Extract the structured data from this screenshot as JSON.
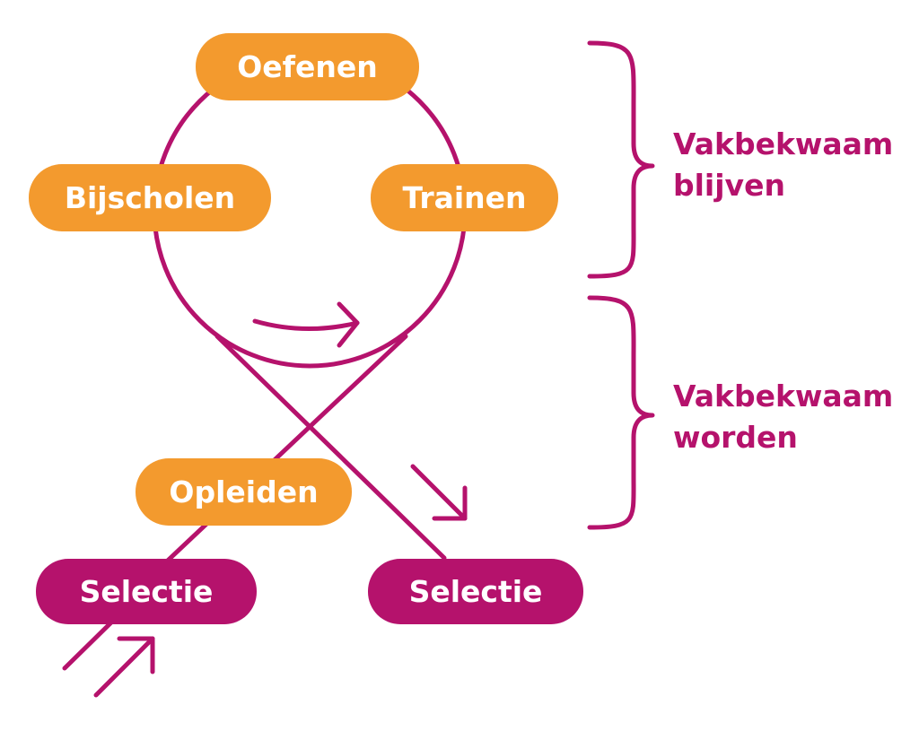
{
  "nodes": {
    "top": "Oefenen",
    "left": "Bijscholen",
    "right": "Trainen",
    "middle": "Opleiden",
    "bottom_left": "Selectie",
    "bottom_right": "Selectie"
  },
  "brackets": {
    "upper": {
      "line1": "Vakbekwaam",
      "line2": "blijven"
    },
    "lower": {
      "line1": "Vakbekwaam",
      "line2": "worden"
    }
  },
  "colors": {
    "orange": "#F39A2E",
    "magenta": "#B5126C",
    "background": "#FFFFFF"
  },
  "icons": [
    "curved-arrow-icon",
    "diagonal-arrow-icon",
    "double-arrow-icon"
  ]
}
